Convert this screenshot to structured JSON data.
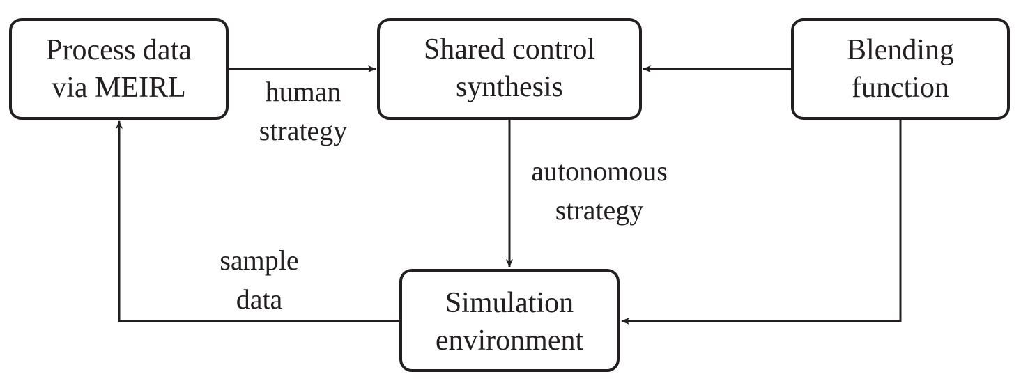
{
  "nodes": {
    "process": {
      "line1": "Process data",
      "line2": "via MEIRL"
    },
    "shared": {
      "line1": "Shared control",
      "line2": "synthesis"
    },
    "blending": {
      "line1": "Blending",
      "line2": "function"
    },
    "simulation": {
      "line1": "Simulation",
      "line2": "environment"
    }
  },
  "edges": {
    "human_strategy": {
      "line1": "human",
      "line2": "strategy"
    },
    "autonomous_strategy": {
      "line1": "autonomous",
      "line2": "strategy"
    },
    "sample_data": {
      "line1": "sample",
      "line2": "data"
    }
  },
  "colors": {
    "stroke": "#231f20",
    "background": "#ffffff"
  }
}
